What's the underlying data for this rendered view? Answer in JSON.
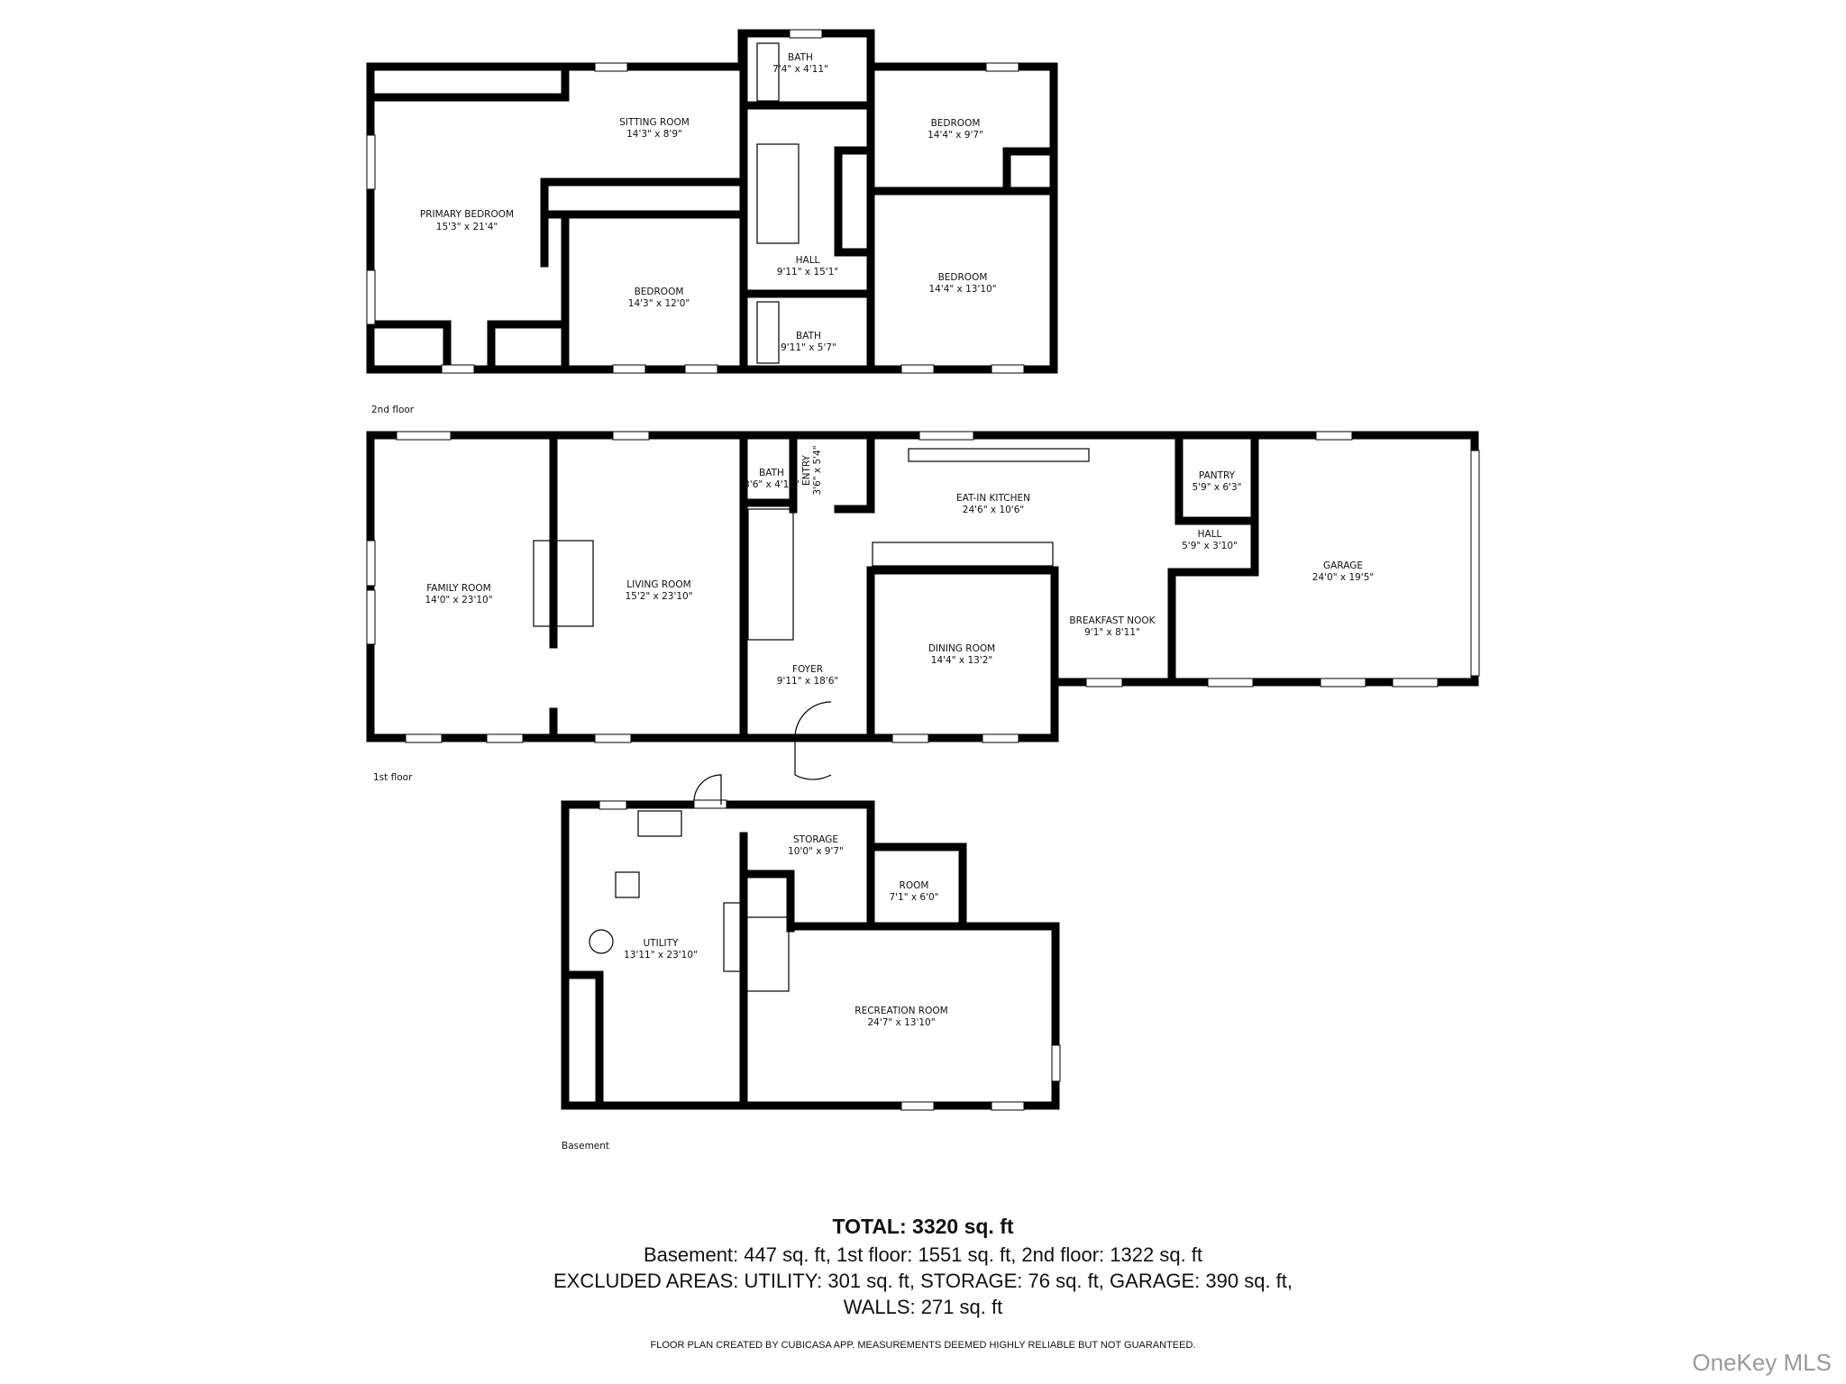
{
  "floors": {
    "second": {
      "label": "2nd floor",
      "rooms": [
        {
          "name": "PRIMARY BEDROOM",
          "dims": "15'3\" x 21'4\""
        },
        {
          "name": "SITTING ROOM",
          "dims": "14'3\" x 8'9\""
        },
        {
          "name": "BATH",
          "dims": "7'4\" x 4'11\""
        },
        {
          "name": "BEDROOM",
          "dims": "14'4\" x 9'7\""
        },
        {
          "name": "HALL",
          "dims": "9'11\" x 15'1\""
        },
        {
          "name": "BEDROOM",
          "dims": "14'3\" x 12'0\""
        },
        {
          "name": "BATH",
          "dims": "9'11\" x 5'7\""
        },
        {
          "name": "BEDROOM",
          "dims": "14'4\" x 13'10\""
        }
      ]
    },
    "first": {
      "label": "1st floor",
      "rooms": [
        {
          "name": "FAMILY ROOM",
          "dims": "14'0\" x 23'10\""
        },
        {
          "name": "LIVING ROOM",
          "dims": "15'2\" x 23'10\""
        },
        {
          "name": "BATH",
          "dims": "3'6\" x 4'11\""
        },
        {
          "name": "ENTRY",
          "dims": "3'6\" x 5'4\""
        },
        {
          "name": "EAT-IN KITCHEN",
          "dims": "24'6\" x 10'6\""
        },
        {
          "name": "PANTRY",
          "dims": "5'9\" x 6'3\""
        },
        {
          "name": "HALL",
          "dims": "5'9\" x 3'10\""
        },
        {
          "name": "GARAGE",
          "dims": "24'0\" x 19'5\""
        },
        {
          "name": "BREAKFAST NOOK",
          "dims": "9'1\" x 8'11\""
        },
        {
          "name": "DINING ROOM",
          "dims": "14'4\" x 13'2\""
        },
        {
          "name": "FOYER",
          "dims": "9'11\" x 18'6\""
        }
      ]
    },
    "basement": {
      "label": "Basement",
      "rooms": [
        {
          "name": "STORAGE",
          "dims": "10'0\" x 9'7\""
        },
        {
          "name": "ROOM",
          "dims": "7'1\" x 6'0\""
        },
        {
          "name": "UTILITY",
          "dims": "13'11\" x 23'10\""
        },
        {
          "name": "RECREATION ROOM",
          "dims": "24'7\" x 13'10\""
        }
      ]
    }
  },
  "summary": {
    "total": "TOTAL: 3320 sq. ft",
    "floors_line": "Basement: 447 sq. ft, 1st floor: 1551 sq. ft, 2nd floor: 1322 sq. ft",
    "excluded_line": "EXCLUDED AREAS: UTILITY: 301 sq. ft, STORAGE: 76 sq. ft, GARAGE: 390 sq. ft,",
    "walls_line": "WALLS: 271 sq. ft",
    "disclaimer": "FLOOR PLAN CREATED BY CUBICASA APP. MEASUREMENTS DEEMED HIGHLY RELIABLE BUT NOT GUARANTEED."
  },
  "watermark": "OneKey MLS"
}
